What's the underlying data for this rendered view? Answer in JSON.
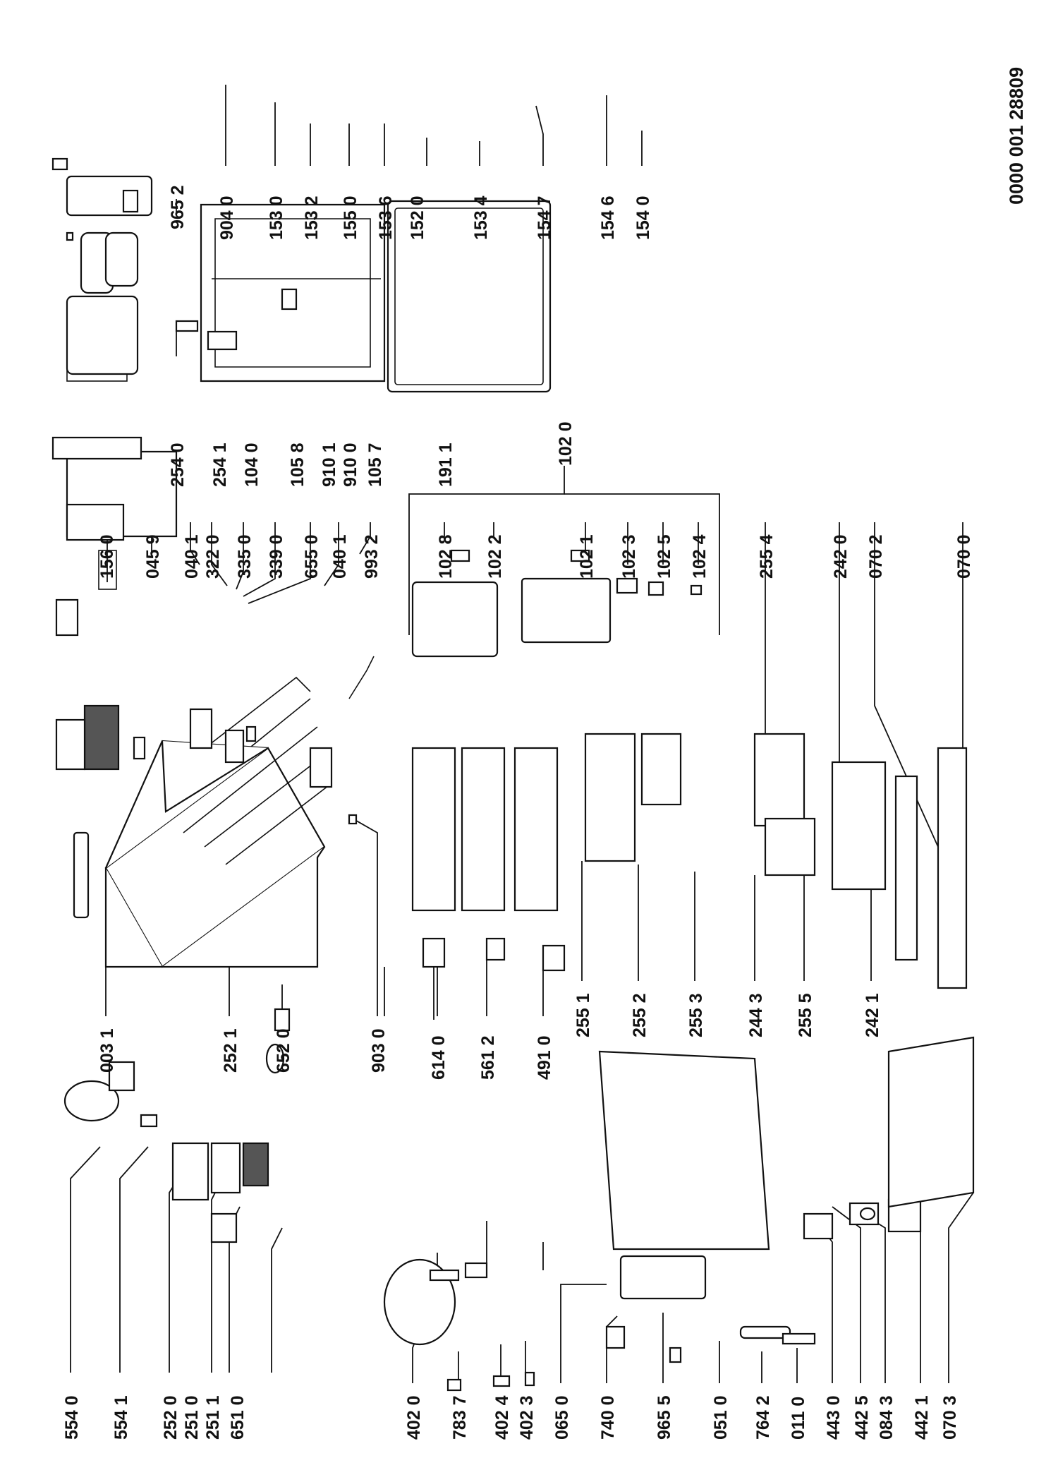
{
  "drawing_number": "0000 001 28809",
  "labels": {
    "p554_0": "554 0",
    "p554_1": "554 1",
    "p252_0": "252 0",
    "p251_0": "251 0",
    "p251_1": "251 1",
    "p651_0": "651 0",
    "p252_1": "252 1",
    "p652_0": "652 0",
    "p003_1": "003 1",
    "p903_0": "903 0",
    "p156_0": "156 0",
    "p045_9": "045 9",
    "p040_1a": "040 1",
    "p322_0": "322 0",
    "p335_0": "335 0",
    "p339_0": "339 0",
    "p655_0": "655 0",
    "p040_1b": "040 1",
    "p993_2": "993 2",
    "p254_0": "254 0",
    "p254_1": "254 1",
    "p104_0": "104 0",
    "p105_8": "105 8",
    "p910_1": "910 1",
    "p910_0": "910 0",
    "p105_7": "105 7",
    "p191_1": "191 1",
    "p965_2": "965 2",
    "p904_0": "904 0",
    "p153_0": "153 0",
    "p153_2": "153 2",
    "p155_0": "155 0",
    "p153_6": "153 6",
    "p152_0": "152 0",
    "p153_4": "153 4",
    "p154_7": "154 7",
    "p154_6": "154 6",
    "p154_0": "154 0",
    "p102_0": "102 0",
    "p102_8": "102 8",
    "p102_2": "102 2",
    "p102_1": "102 1",
    "p102_3": "102 3",
    "p102_5": "102 5",
    "p102_4": "102 4",
    "p255_1": "255 1",
    "p255_2": "255 2",
    "p255_3": "255 3",
    "p244_3": "244 3",
    "p255_5": "255 5",
    "p242_1": "242 1",
    "p255_4": "255 4",
    "p242_0": "242 0",
    "p070_2": "070 2",
    "p070_0": "070 0",
    "p402_0": "402 0",
    "p783_7": "783 7",
    "p402_4": "402 4",
    "p402_3": "402 3",
    "p065_0": "065 0",
    "p740_0": "740 0",
    "p965_5": "965 5",
    "p051_0": "051 0",
    "p764_2": "764 2",
    "p011_0": "011 0",
    "p443_0": "443 0",
    "p442_5": "442 5",
    "p084_3": "084 3",
    "p442_1": "442 1",
    "p070_3": "070 3",
    "p614_0": "614 0",
    "p561_2": "561 2",
    "p491_0": "491 0"
  }
}
